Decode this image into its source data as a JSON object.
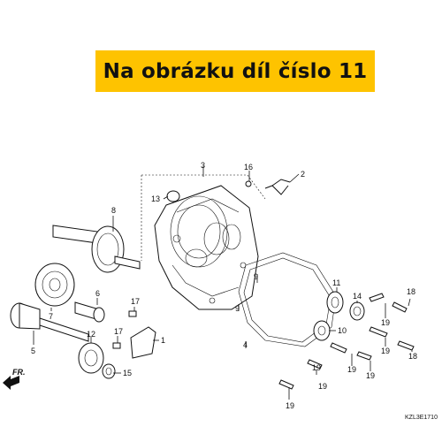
{
  "banner": {
    "text": "Na obrázku díl číslo 11",
    "color": "#fec300"
  },
  "labels": {
    "l1": "1",
    "l2": "2",
    "l3": "3",
    "l4": "4",
    "l5": "5",
    "l6": "6",
    "l7": "7",
    "l8": "8",
    "l9a": "9",
    "l9b": "9",
    "l10": "10",
    "l11": "11",
    "l12": "12",
    "l13": "13",
    "l14": "14",
    "l15": "15",
    "l16": "16",
    "l17a": "17",
    "l17b": "17",
    "l18a": "18",
    "l18b": "18",
    "l19a": "19",
    "l19b": "19",
    "l19c": "19",
    "l19d": "19",
    "l19e": "19",
    "l19f": "19",
    "l19g": "19"
  },
  "front_arrow": "FR.",
  "diagram_code": "KZL3E1710"
}
